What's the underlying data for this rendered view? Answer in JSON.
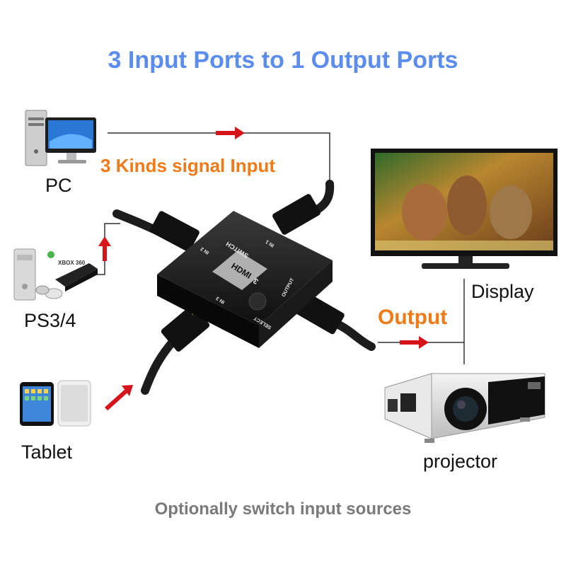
{
  "title": "3 Input Ports to 1 Output Ports",
  "signal_label": "3 Kinds signal Input",
  "output_label": "Output",
  "devices": {
    "pc": "PC",
    "console": "PS3/4",
    "tablet": "Tablet",
    "display": "Display",
    "projector": "projector"
  },
  "switch_box": {
    "brand": "HDMI",
    "type": "SWITCH",
    "ports": [
      "IN 1",
      "IN 2",
      "IN 3"
    ],
    "output": "OUTPUT",
    "select": "SELECT",
    "number": "3"
  },
  "console_brand": "XBOX 360",
  "footer": "Optionally switch input sources",
  "colors": {
    "title": "#5b8def",
    "accent": "#f07a16",
    "arrow": "#d7141a",
    "footer": "#7a7a7a"
  }
}
